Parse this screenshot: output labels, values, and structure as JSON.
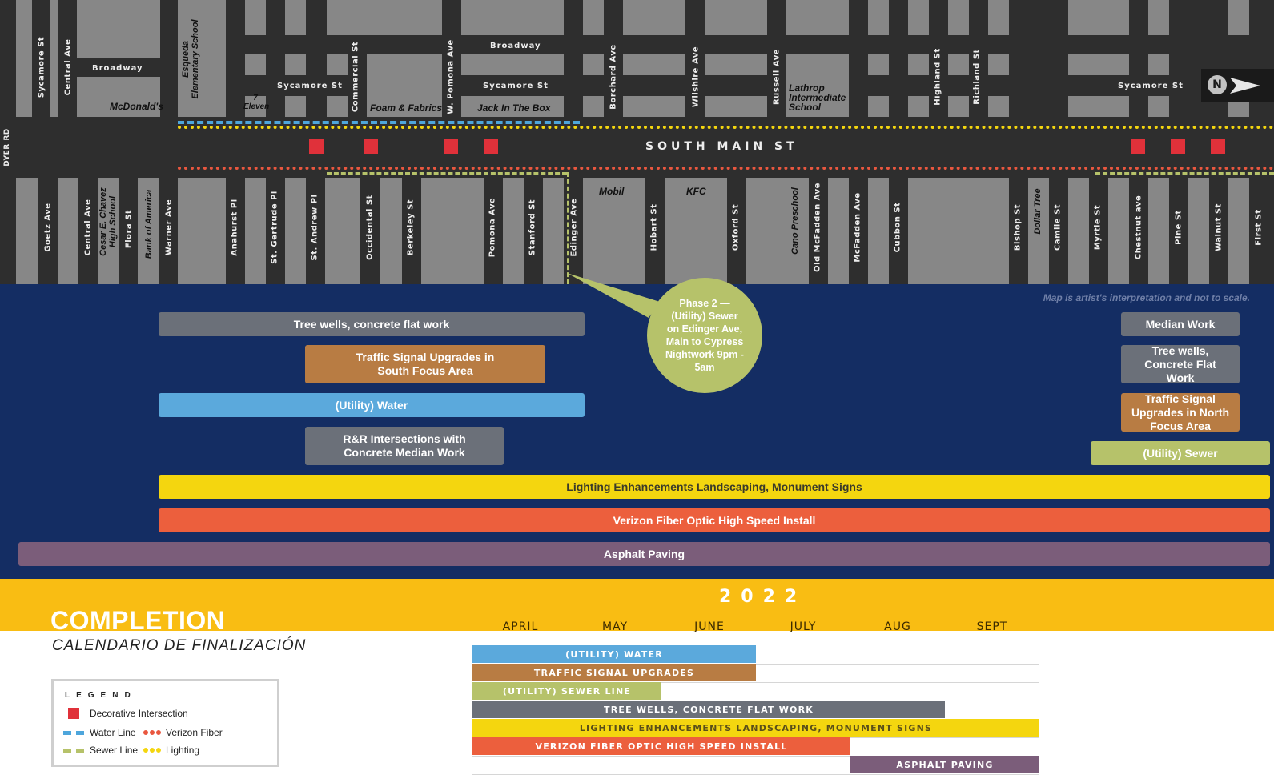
{
  "map": {
    "main_street": "SOUTH MAIN ST",
    "side_road": "DYER RD",
    "north_label": "N",
    "disclaimer": "Map is artist's interpretation and not to scale.",
    "top_vertical_streets": [
      "Sycamore St",
      "Central Ave",
      "Esqueda Elementary School",
      "Commercial St",
      "W. Pomona Ave",
      "Borchard Ave",
      "Wilshire Ave",
      "Russell Ave",
      "Highland St",
      "Richland St"
    ],
    "top_horizontal_labels": [
      "Broadway",
      "Broadway",
      "Sycamore St",
      "Sycamore St",
      "Sycamore St"
    ],
    "top_businesses": [
      "McDonald's",
      "7 Eleven",
      "Foam & Fabrics",
      "Jack In The Box",
      "Lathrop Intermediate School"
    ],
    "bottom_streets": [
      "Goetz Ave",
      "Central Ave",
      "Cesar E. Chavez High School",
      "Flora St",
      "Bank of America",
      "Warner Ave",
      "Anahurst Pl",
      "St. Gertrude Pl",
      "St. Andrew Pl",
      "Occidental St",
      "Berkeley St",
      "Pomona Ave",
      "Stanford St",
      "Edinger Ave",
      "Hobart St",
      "Oxford St",
      "Cano Preschool",
      "Old McFadden Ave",
      "McFadden Ave",
      "Cubbon St",
      "Bishop St",
      "Dollar Tree",
      "Camile St",
      "Myrtle St",
      "Chestnut ave",
      "Pine St",
      "Walnut St",
      "First St"
    ],
    "bottom_businesses": [
      "Mobil",
      "KFC"
    ],
    "colors": {
      "road": "#2e2e2e",
      "block": "#878787",
      "intersection": "#e0313a",
      "water": "#4ea6dc",
      "sewer": "#b6c26a",
      "fiber": "#e9573f",
      "lighting": "#f4d60f"
    }
  },
  "work": {
    "phase_bubble": "Phase 2 — (Utility) Sewer on Edinger Ave, Main to Cypress Nightwork 9pm - 5am",
    "south_bars": [
      {
        "label": "Tree wells, concrete flat work",
        "color": "#6b7079"
      },
      {
        "label": "Traffic Signal Upgrades in South Focus Area",
        "color": "#b87c43"
      },
      {
        "label": "(Utility) Water",
        "color": "#5ba9dc"
      },
      {
        "label": "R&R Intersections with Concrete Median Work",
        "color": "#6b7079"
      }
    ],
    "north_bars": [
      {
        "label": "Median Work",
        "color": "#6b7079"
      },
      {
        "label": "Tree wells, Concrete Flat Work",
        "color": "#6b7079"
      },
      {
        "label": "Traffic Signal Upgrades in North Focus Area",
        "color": "#b87c43"
      },
      {
        "label": "(Utility) Sewer",
        "color": "#b6c26a"
      }
    ],
    "full_bars": [
      {
        "label": "Lighting Enhancements Landscaping, Monument Signs",
        "color": "#f4d60f"
      },
      {
        "label": "Verizon Fiber Optic High Speed Install",
        "color": "#ec5f3d"
      },
      {
        "label": "Asphalt Paving",
        "color": "#7b5d7a"
      }
    ]
  },
  "schedule": {
    "year": "2022",
    "title": "COMPLETION SCHEDULE",
    "subtitle": "CALENDARIO DE FINALIZACIÓN",
    "months": [
      "APRIL",
      "MAY",
      "JUNE",
      "JULY",
      "AUG",
      "SEPT"
    ],
    "tasks": [
      {
        "label": "(UTILITY) WATER",
        "start": 0,
        "end": 3,
        "color": "#5ba9dc"
      },
      {
        "label": "TRAFFIC SIGNAL UPGRADES",
        "start": 0,
        "end": 3,
        "color": "#b87c43"
      },
      {
        "label": "(UTILITY) SEWER LINE",
        "start": 0,
        "end": 2,
        "color": "#b6c26a"
      },
      {
        "label": "TREE WELLS, CONCRETE FLAT WORK",
        "start": 0,
        "end": 5,
        "color": "#6b7079"
      },
      {
        "label": "LIGHTING ENHANCEMENTS LANDSCAPING, MONUMENT SIGNS",
        "start": 0,
        "end": 6,
        "color": "#f4d60f"
      },
      {
        "label": "VERIZON FIBER OPTIC HIGH SPEED INSTALL",
        "start": 0,
        "end": 4,
        "color": "#ec5f3d"
      },
      {
        "label": "ASPHALT PAVING",
        "start": 4,
        "end": 6,
        "color": "#7b5d7a"
      }
    ]
  },
  "legend": {
    "title": "LEGEND",
    "decorative": "Decorative Intersection",
    "water": "Water Line",
    "fiber": "Verizon Fiber",
    "sewer": "Sewer Line",
    "lighting": "Lighting"
  }
}
